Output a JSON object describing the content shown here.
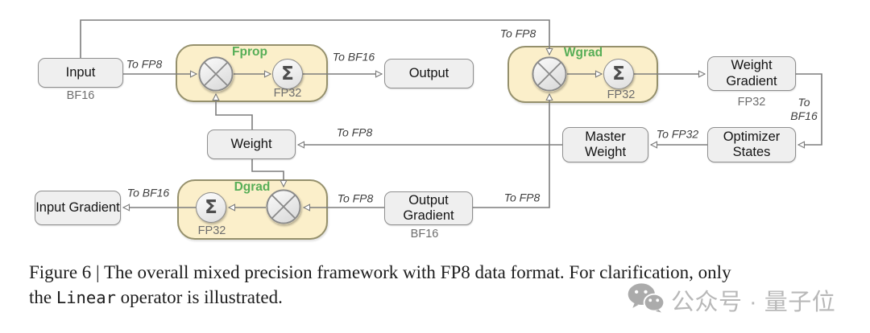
{
  "figure": {
    "blocks": {
      "fprop": {
        "label": "Fprop",
        "precision": "FP32"
      },
      "wgrad": {
        "label": "Wgrad",
        "precision": "FP32"
      },
      "dgrad": {
        "label": "Dgrad",
        "precision": "FP32"
      }
    },
    "nodes": {
      "input": {
        "label": "Input",
        "precision": "BF16"
      },
      "output": {
        "label": "Output"
      },
      "weight": {
        "label": "Weight"
      },
      "weight_gradient": {
        "label": "Weight Gradient",
        "precision": "FP32"
      },
      "master_weight": {
        "label": "Master Weight"
      },
      "optimizer_states": {
        "label": "Optimizer States"
      },
      "input_gradient": {
        "label": "Input Gradient"
      },
      "output_gradient": {
        "label": "Output Gradient",
        "precision": "BF16"
      }
    },
    "sum_symbol": "Σ",
    "edge_labels": {
      "input_to_fprop": "To FP8",
      "fprop_to_output": "To BF16",
      "input_to_wgrad": "To FP8",
      "master_to_weight": "To FP8",
      "weightgrad_to_optimizer_line1": "To",
      "weightgrad_to_optimizer_line2": "BF16",
      "optimizer_to_master": "To FP32",
      "outgrad_to_dgrad": "To FP8",
      "outgrad_to_wgrad": "To FP8",
      "dgrad_to_ingrad": "To BF16"
    },
    "colors": {
      "block_fill": "#fbefca",
      "block_border": "#95906c",
      "node_fill": "#efefef",
      "node_border": "#8f8f8f",
      "connector": "#7d7d7d",
      "accent_green": "#57ae57",
      "watermark_gray": "#b8b8b8"
    }
  },
  "caption": {
    "line1": "Figure 6 | The overall mixed precision framework with FP8 data format. For clarification, only",
    "line2_before_code": "the ",
    "line2_code": "Linear",
    "line2_after_code": " operator is illustrated."
  },
  "watermark": {
    "text": "公众号 · 量子位"
  }
}
